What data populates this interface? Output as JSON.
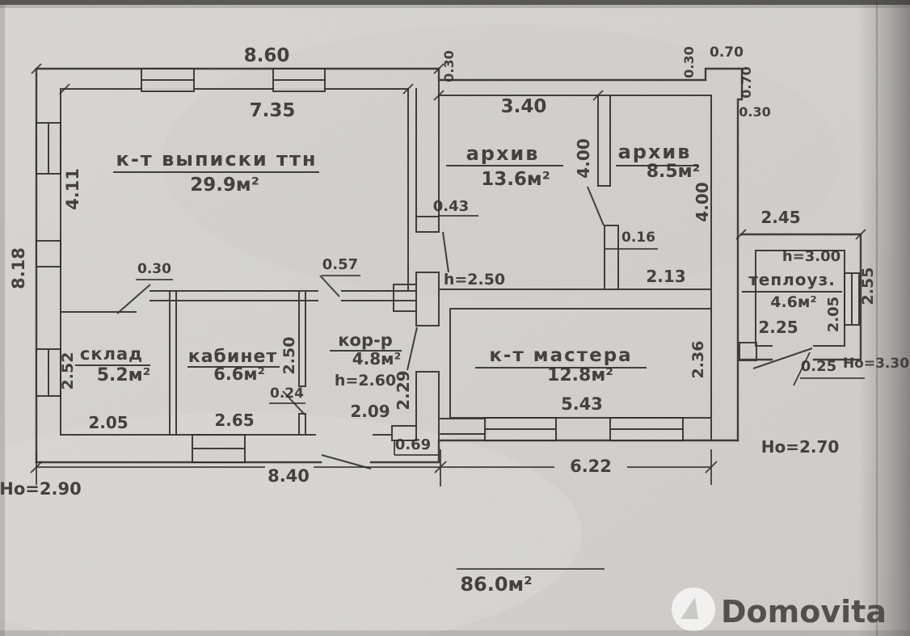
{
  "plan": {
    "rooms": {
      "vypiski": {
        "name": "к-т выписки ттн",
        "area": "29.9м²"
      },
      "arhiv_big": {
        "name": "архив",
        "area": "13.6м²"
      },
      "arhiv_small": {
        "name": "архив",
        "area": "8.5м²"
      },
      "sklad": {
        "name": "склад",
        "area": "5.2м²"
      },
      "kabinet": {
        "name": "кабинет",
        "area": "6.6м²"
      },
      "korridor": {
        "name": "кор-р",
        "area": "4.8м²",
        "height": "h=2.60"
      },
      "master": {
        "name": "к-т мастера",
        "area": "12.8м²"
      },
      "teplo": {
        "name": "теплоуз.",
        "area": "4.6м²",
        "height": "h=3.00"
      }
    },
    "dims": {
      "top_outer": "8.60",
      "top_inner": "7.35",
      "arhiv_top": "3.40",
      "step_left": "0.30",
      "step_right": "0.30",
      "step_w": "0.70",
      "step_h": "0.70",
      "step_r": "0.30",
      "left_outer": "8.18",
      "left_inner": "4.11",
      "sklad_left": "2.52",
      "arhiv_mid": "4.00",
      "arhiv_right": "4.00",
      "stub": "0.43",
      "stub2": "0.16",
      "arhiv_h": "h=2.50",
      "arhiv2_w": "2.13",
      "teplo_top": "2.45",
      "teplo_right": "2.55",
      "teplo_inner_right": "2.05",
      "teplo_bottom": "2.25",
      "teplo_door": "0.25",
      "teplo_ho": "Но=3.30",
      "sklad_door": "0.30",
      "opening": "0.57",
      "kabinet_right": "2.50",
      "kabinet_door": "0.24",
      "sklad_w": "2.05",
      "kabinet_w": "2.65",
      "korr_w": "2.09",
      "korr_r": "2.29",
      "exit_step": "0.69",
      "master_w": "5.43",
      "master_h": "2.36",
      "bottom_left": "8.40",
      "bottom_right": "6.22",
      "ho_right": "Но=2.70",
      "ho_left": "Но=2.90",
      "total": "86.0м²"
    }
  },
  "watermark": {
    "brand": "Domovita"
  },
  "colors": {
    "paper": "#d5d3cf",
    "ink": "#2d2b28",
    "watermark": "#ffffff"
  }
}
